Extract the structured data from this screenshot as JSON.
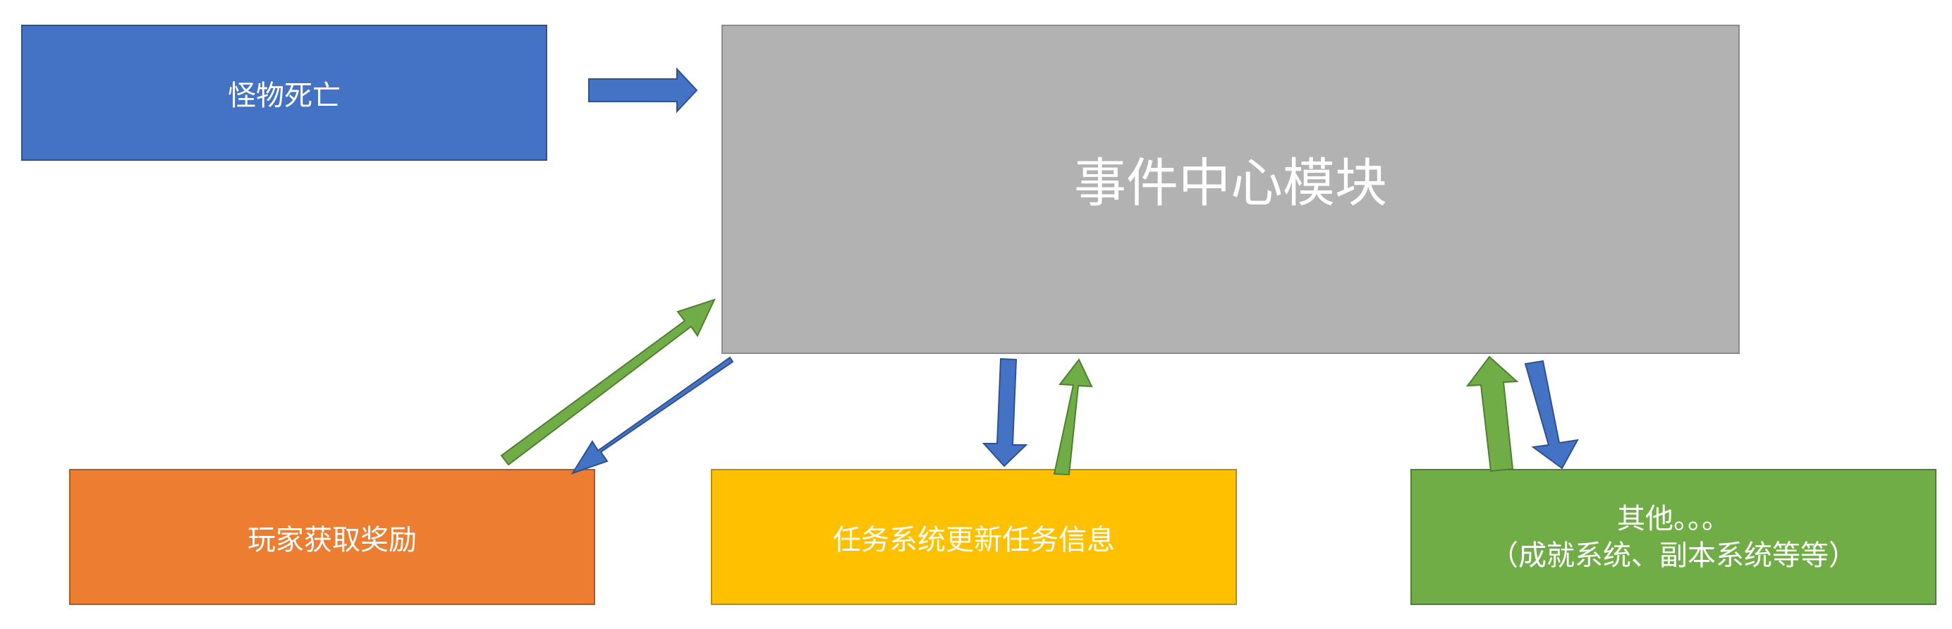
{
  "boxes": {
    "monster_death": "怪物死亡",
    "event_center": "事件中心模块",
    "player_reward": "玩家获取奖励",
    "task_update": "任务系统更新任务信息",
    "other_line1": "其他。。。",
    "other_line2": "（成就系统、副本系统等等）"
  },
  "colors": {
    "blue_box": "#4472c4",
    "center_box": "#b2b2b2",
    "orange_box": "#ed7d31",
    "yellow_box": "#ffc000",
    "green_box": "#70ad47",
    "arrow_blue": "#4472c4",
    "arrow_green": "#70ad47"
  }
}
